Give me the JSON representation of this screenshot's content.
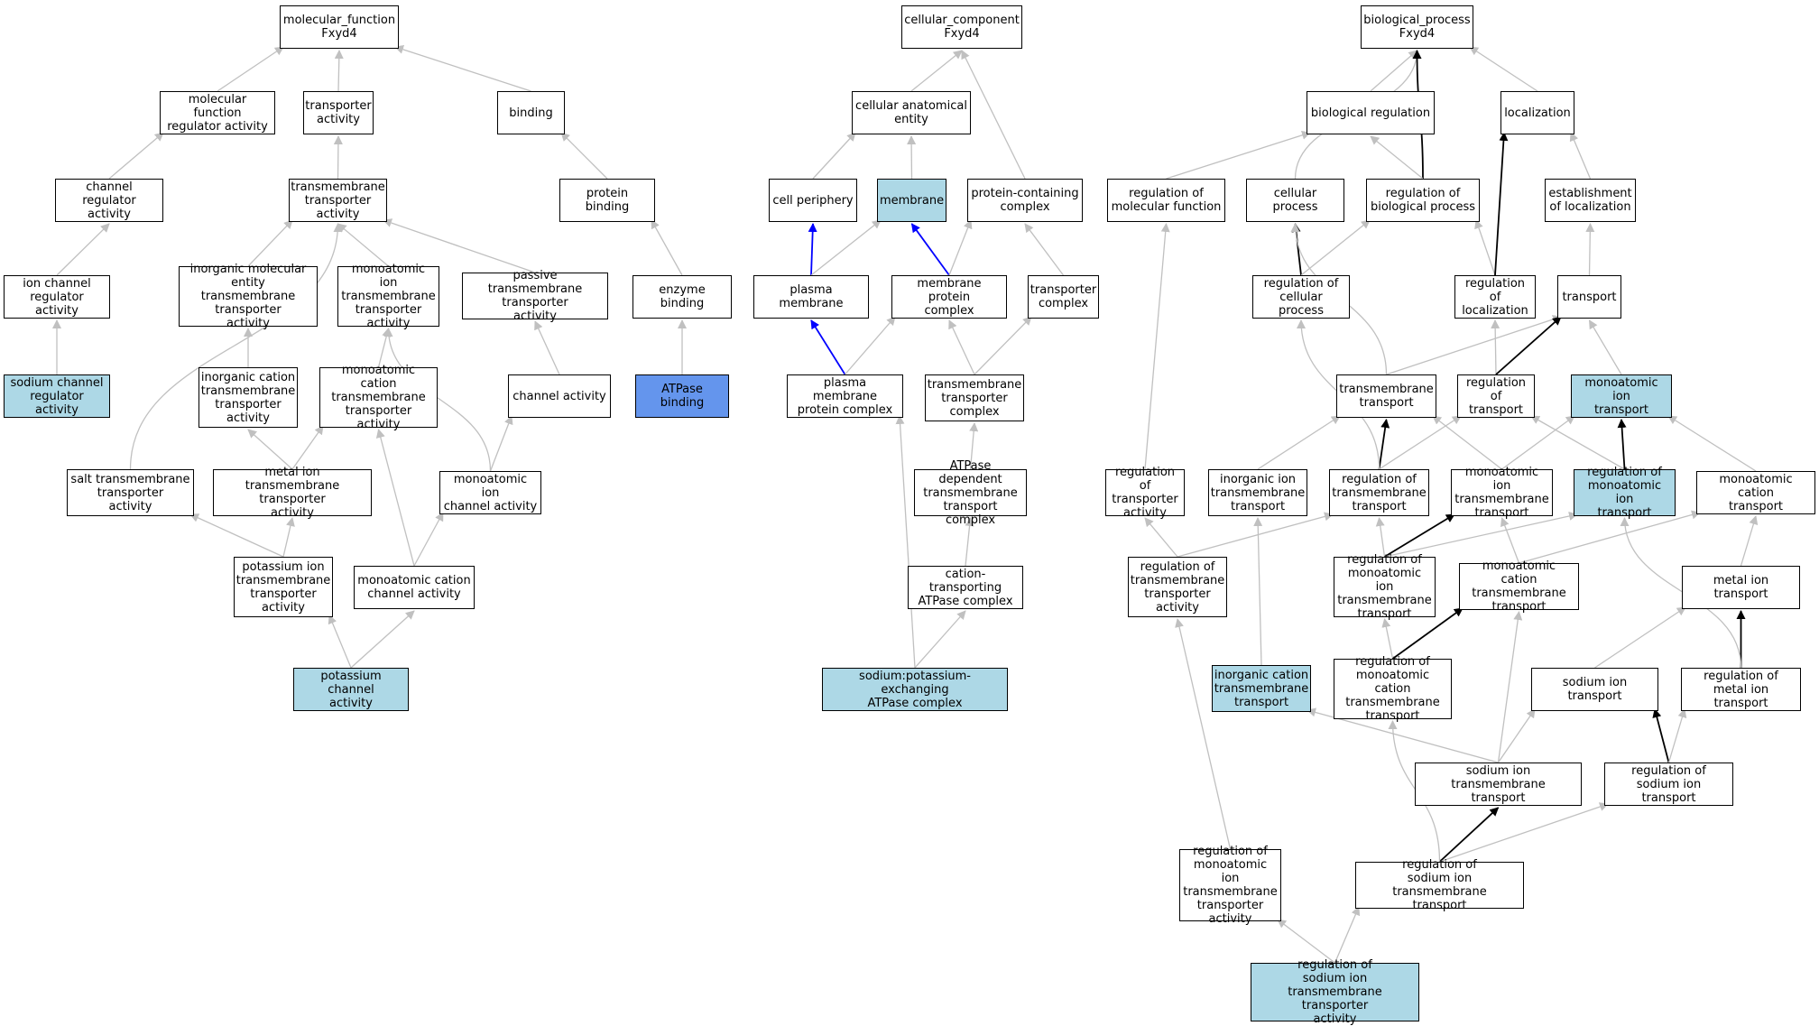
{
  "colors": {
    "gray_edge": "#c0c0c0",
    "black_edge": "#000000",
    "blue_edge": "#0000ff",
    "highlight": "#add8e6",
    "highlight_strong": "#6495ed"
  },
  "nodes": {
    "mf_root": "molecular_function\nFxyd4",
    "mf_reg": "molecular function\nregulator activity",
    "mf_transporter": "transporter\nactivity",
    "mf_binding": "binding",
    "mf_channel_reg": "channel regulator\nactivity",
    "mf_tm_transporter": "transmembrane\ntransporter\nactivity",
    "mf_protein_binding": "protein binding",
    "mf_ion_channel_reg": "ion channel\nregulator activity",
    "mf_inorg_mol": "inorganic molecular\nentity transmembrane\ntransporter\nactivity",
    "mf_mono_ion_tm": "monoatomic ion\ntransmembrane\ntransporter\nactivity",
    "mf_passive": "passive transmembrane\ntransporter\nactivity",
    "mf_enzyme_binding": "enzyme binding",
    "mf_sodium_channel_reg": "sodium channel\nregulator activity",
    "mf_inorg_cation": "inorganic cation\ntransmembrane\ntransporter\nactivity",
    "mf_mono_cation_tm": "monoatomic cation\ntransmembrane\ntransporter\nactivity",
    "mf_channel": "channel activity",
    "mf_atpase_binding": "ATPase binding",
    "mf_salt": "salt transmembrane\ntransporter\nactivity",
    "mf_metal": "metal ion transmembrane\ntransporter\nactivity",
    "mf_mono_ion_channel": "monoatomic ion\nchannel activity",
    "mf_potassium_tm": "potassium ion\ntransmembrane\ntransporter\nactivity",
    "mf_mono_cation_channel": "monoatomic cation\nchannel activity",
    "mf_potassium_channel": "potassium channel\nactivity",
    "cc_root": "cellular_component\nFxyd4",
    "cc_anat": "cellular anatomical\nentity",
    "cc_periphery": "cell periphery",
    "cc_membrane": "membrane",
    "cc_protein_complex": "protein-containing\ncomplex",
    "cc_plasma_membrane": "plasma membrane",
    "cc_membrane_protein_complex": "membrane protein\ncomplex",
    "cc_transporter_complex": "transporter\ncomplex",
    "cc_pm_protein_complex": "plasma membrane\nprotein complex",
    "cc_tm_transporter_complex": "transmembrane\ntransporter\ncomplex",
    "cc_atpase_dep": "ATPase dependent\ntransmembrane\ntransport complex",
    "cc_cation_atpase": "cation-transporting\nATPase complex",
    "cc_na_k_atpase": "sodium:potassium-exchanging\nATPase complex",
    "bp_root": "biological_process\nFxyd4",
    "bp_bio_reg": "biological regulation",
    "bp_localization": "localization",
    "bp_reg_mol_func": "regulation of\nmolecular function",
    "bp_cellular_process": "cellular process",
    "bp_reg_bio_process": "regulation of\nbiological process",
    "bp_establish_loc": "establishment\nof localization",
    "bp_reg_cell_process": "regulation of\ncellular process",
    "bp_reg_localization": "regulation of\nlocalization",
    "bp_transport": "transport",
    "bp_tm_transport": "transmembrane\ntransport",
    "bp_reg_transport": "regulation of\ntransport",
    "bp_mono_ion_transport": "monoatomic ion\ntransport",
    "bp_reg_transporter_act": "regulation of\ntransporter\nactivity",
    "bp_inorg_ion_tm": "inorganic ion\ntransmembrane\ntransport",
    "bp_reg_tm_transport": "regulation of\ntransmembrane\ntransport",
    "bp_mono_ion_tm": "monoatomic ion\ntransmembrane\ntransport",
    "bp_reg_mono_ion_transport": "regulation of\nmonoatomic ion\ntransport",
    "bp_mono_cation_transport": "monoatomic cation\ntransport",
    "bp_reg_tm_transporter_act": "regulation of\ntransmembrane\ntransporter\nactivity",
    "bp_reg_mono_ion_tm": "regulation of\nmonoatomic ion\ntransmembrane\ntransport",
    "bp_mono_cation_tm": "monoatomic cation\ntransmembrane\ntransport",
    "bp_metal_ion_transport": "metal ion transport",
    "bp_inorg_cation_tm": "inorganic cation\ntransmembrane\ntransport",
    "bp_reg_mono_cation_tm": "regulation of\nmonoatomic cation\ntransmembrane\ntransport",
    "bp_sodium_ion_transport": "sodium ion transport",
    "bp_reg_metal_ion_transport": "regulation of\nmetal ion transport",
    "bp_sodium_ion_tm": "sodium ion transmembrane\ntransport",
    "bp_reg_sodium_ion_transport": "regulation of\nsodium ion transport",
    "bp_reg_mono_ion_tm_act": "regulation of\nmonoatomic ion\ntransmembrane\ntransporter\nactivity",
    "bp_reg_sodium_ion_tm": "regulation of\nsodium ion transmembrane\ntransport",
    "bp_reg_sodium_ion_tm_act": "regulation of\nsodium ion transmembrane\ntransporter\nactivity"
  }
}
